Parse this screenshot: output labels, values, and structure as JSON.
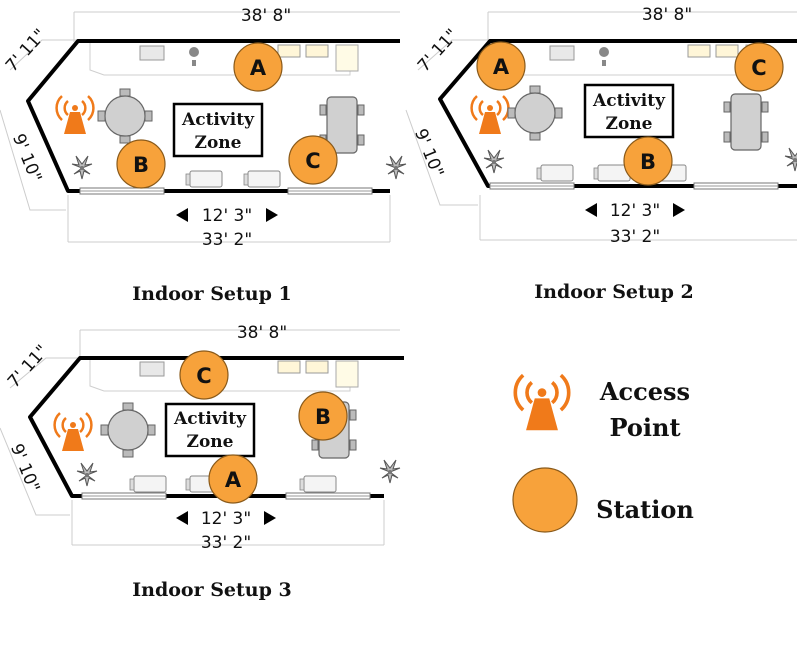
{
  "setups": [
    {
      "caption": "Indoor Setup 1",
      "dims": {
        "top": "38' 8\"",
        "left_upper": "7' 11\"",
        "left_lower": "9' 10\"",
        "bottom_inner": "12' 3\"",
        "bottom_outer": "33' 2\""
      },
      "zone": [
        "Activity",
        "Zone"
      ],
      "stations": [
        "A",
        "B",
        "C"
      ]
    },
    {
      "caption": "Indoor Setup 2",
      "dims": {
        "top": "38' 8\"",
        "left_upper": "7' 11\"",
        "left_lower": "9' 10\"",
        "bottom_inner": "12' 3\"",
        "bottom_outer": "33' 2\""
      },
      "zone": [
        "Activity",
        "Zone"
      ],
      "stations": [
        "A",
        "B",
        "C"
      ]
    },
    {
      "caption": "Indoor Setup 3",
      "dims": {
        "top": "38' 8\"",
        "left_upper": "7' 11\"",
        "left_lower": "9' 10\"",
        "bottom_inner": "12' 3\"",
        "bottom_outer": "33' 2\""
      },
      "zone": [
        "Activity",
        "Zone"
      ],
      "stations": [
        "A",
        "B",
        "C"
      ]
    }
  ],
  "legend": {
    "access_point": [
      "Access",
      "Point"
    ],
    "station": "Station"
  },
  "colors": {
    "station_fill": "#f7a23b",
    "access_point": "#f07a1a",
    "wall": "#000000",
    "furniture": "#cfcfcf"
  }
}
